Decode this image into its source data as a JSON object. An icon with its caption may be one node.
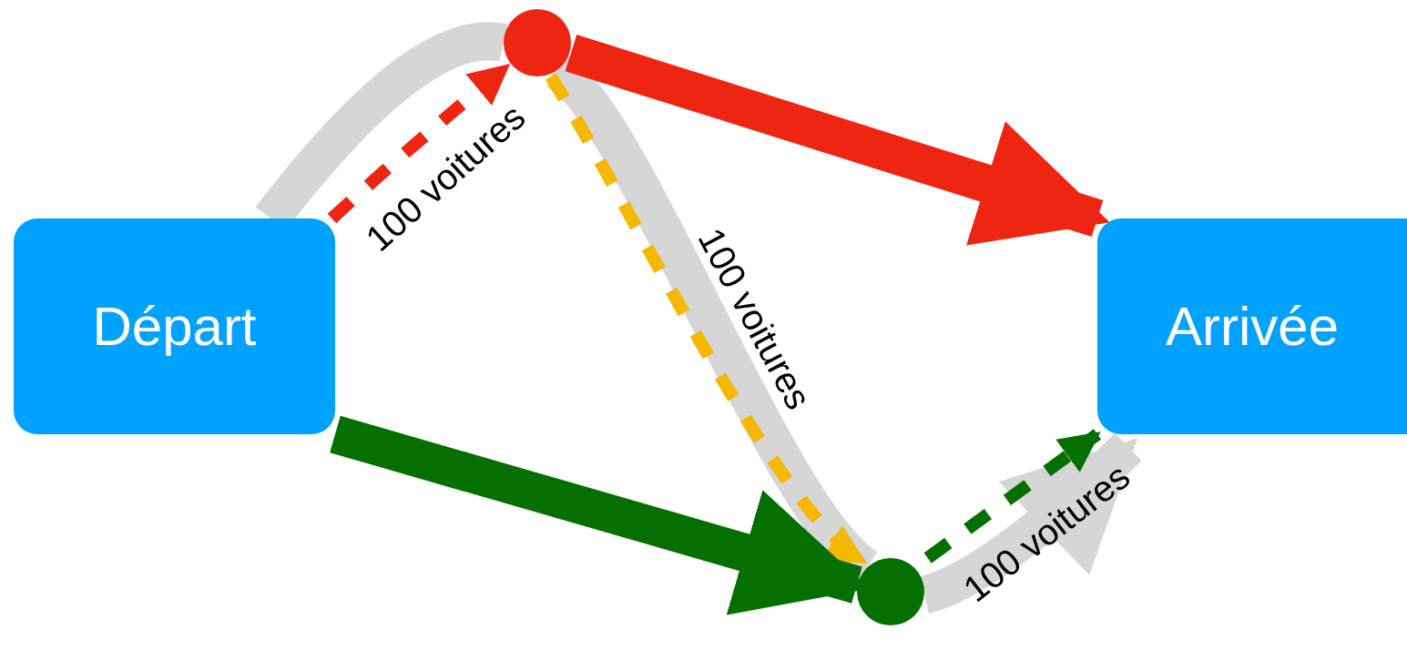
{
  "diagram": {
    "nodes": [
      {
        "text": [
          "Départ"
        ]
      },
      {
        "text": [
          "Arrivée"
        ]
      },
      {
        "text": [],
        "shape": "circle"
      },
      {
        "text": [],
        "shape": "circle"
      }
    ],
    "edges": [
      {
        "from": 0,
        "to": 2,
        "arrow": "none",
        "color": "#d6d6d6"
      },
      {
        "from": 2,
        "to": 3,
        "arrow": "none",
        "color": "#d6d6d6"
      },
      {
        "from": 3,
        "to": 1,
        "arrow": "to",
        "color": "#d6d6d6"
      },
      {
        "from": 0,
        "to": 2,
        "arrow": "to",
        "label": "100 voitures",
        "style": "dashed",
        "color": "#ee2511"
      },
      {
        "from": 2,
        "to": 3,
        "arrow": "to",
        "label": "100 voitures",
        "style": "dashed",
        "color": "#f5b800"
      },
      {
        "from": 3,
        "to": 1,
        "arrow": "to",
        "label": "100 voitures",
        "style": "dashed",
        "color": "#057001"
      },
      {
        "from": 2,
        "to": 1,
        "arrow": "to",
        "color": "#ee2511"
      },
      {
        "from": 0,
        "to": 3,
        "arrow": "to",
        "color": "#057001"
      }
    ]
  }
}
